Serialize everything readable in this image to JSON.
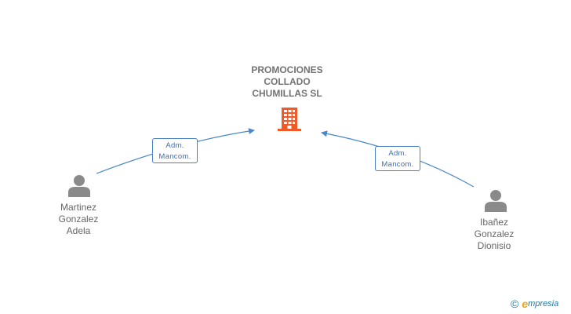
{
  "company": {
    "name_lines": [
      "PROMOCIONES",
      "COLLADO",
      "CHUMILLAS SL"
    ],
    "icon": "building-icon",
    "icon_color": "#ef5a28"
  },
  "persons": [
    {
      "name_lines": [
        "Martinez",
        "Gonzalez",
        "Adela"
      ],
      "icon": "person-icon"
    },
    {
      "name_lines": [
        "Ibañez",
        "Gonzalez",
        "Dionisio"
      ],
      "icon": "person-icon"
    }
  ],
  "relations": [
    {
      "label_lines": [
        "Adm.",
        "Mancom."
      ]
    },
    {
      "label_lines": [
        "Adm.",
        "Mancom."
      ]
    }
  ],
  "colors": {
    "edge": "#4a87cc",
    "person": "#8a8a8a",
    "text": "#737373"
  },
  "footer": {
    "copyright": "©",
    "brand_first": "e",
    "brand_rest": "mpresia"
  }
}
